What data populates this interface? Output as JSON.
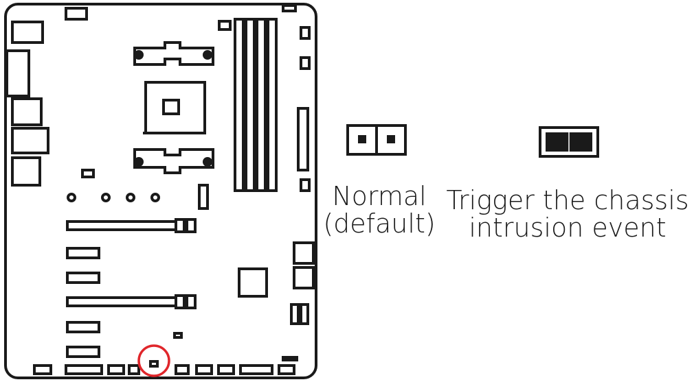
{
  "colors": {
    "ink": "#1a1a1a",
    "highlight": "#e0262b",
    "background": "#ffffff"
  },
  "jumper_states": [
    {
      "id": "normal",
      "lines": [
        "Normal",
        "(default)"
      ],
      "pins": "open"
    },
    {
      "id": "trigger",
      "lines": [
        "Trigger the chassis",
        "intrusion event"
      ],
      "pins": "shorted"
    }
  ]
}
